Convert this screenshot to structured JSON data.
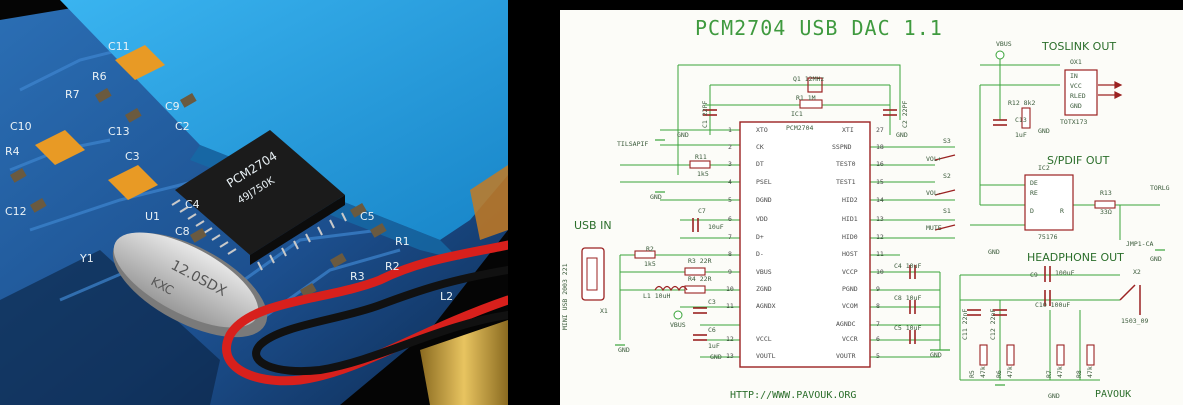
{
  "photo": {
    "chip_label": "PCM2704",
    "chip_code": "49J750K",
    "crystal_label": "12.0SDX",
    "crystal_brand": "KXC",
    "silkscreen": [
      "C11",
      "R6",
      "R7",
      "C13",
      "C3",
      "C10",
      "R4",
      "C9",
      "C2",
      "C12",
      "U1",
      "C8",
      "Y1",
      "C5",
      "R1",
      "R2",
      "R3",
      "C4",
      "L2"
    ],
    "colors": {
      "pcb": "#1d4f8a",
      "battery": "#2aa0e0",
      "gold": "#c9a43a",
      "red_wire": "#d8201c"
    }
  },
  "schematic": {
    "title": "PCM2704 USB DAC 1.1",
    "sections": {
      "toslink": "TOSLINK OUT",
      "spdif": "S/PDIF OUT",
      "usb_in": "USB IN",
      "headphone": "HEADPHONE OUT"
    },
    "footer_url": "HTTP://WWW.PAVOUK.ORG",
    "footer_brand": "PAVOUK",
    "ic": {
      "ref": "IC1",
      "name": "PCM2704",
      "left_pins": [
        "XTO",
        "CK",
        "DT",
        "PSEL",
        "DGND",
        "VDD",
        "D+",
        "D-",
        "VBUS",
        "ZGND",
        "AGNDX",
        "VCCL",
        "VOUTL"
      ],
      "right_pins": [
        "XTI",
        "SSPND",
        "TEST0",
        "TEST1",
        "HID2",
        "HID1",
        "HID0",
        "HOST",
        "VCCP",
        "PGND",
        "VCOM",
        "AGNDC",
        "VCCR",
        "VOUTR"
      ],
      "right_nums": [
        "27",
        "18",
        "16",
        "15",
        "14",
        "13",
        "12",
        "11",
        "10",
        "9",
        "8",
        "7",
        "6",
        "5"
      ],
      "left_nums": [
        "1",
        "2",
        "3",
        "4",
        "5",
        "6",
        "7",
        "8",
        "9",
        "10",
        "11",
        "12",
        "13"
      ]
    },
    "labels": {
      "q1": "Q1 12MHz",
      "r1": "R1 1M",
      "c1": "C1 22PF",
      "c2": "C2 22PF",
      "vbus": "VBUS",
      "gnd": "GND",
      "ox1": "OX1",
      "totx": "TOTX173",
      "ox1_pins": [
        "IN",
        "VCC",
        "RLED",
        "GND"
      ],
      "r12": "R12 8k2",
      "c13": "C13",
      "c13v": "1uF",
      "tilsapif": "TILSAPIF",
      "r11": "R11",
      "r11v": "1k5",
      "s3": "S3",
      "s2": "S2",
      "s1": "S1",
      "vol_p": "VOL+",
      "vol_m": "VOL-",
      "mute": "MUTE",
      "ic2": "IC2",
      "ic2_pins": [
        "DE",
        "RE",
        "D",
        "R"
      ],
      "ic2_name": "75176",
      "r13": "R13",
      "r13v": "33Ω",
      "torlg": "TORLG",
      "jmp": "JMP1-CA",
      "c7": "C7",
      "c7v": "10uF",
      "r2": "R2",
      "r2v": "1k5",
      "r3": "R3 22R",
      "r4": "R4 22R",
      "l1": "L1 10uH",
      "c3": "C3",
      "c6": "C6",
      "c6v": "1uF",
      "c4": "C4 10uF",
      "c8": "C8 10uF",
      "c5": "C5 10uF",
      "c9": "C9",
      "c9v": "100uF",
      "c10": "C10 100uF",
      "c11": "C11 22nF",
      "c12": "C12 22nF",
      "x1": "X1",
      "x2": "X2",
      "x2v": "1503_09",
      "mini_usb": "MINI USB 2003 221",
      "r5": "R5",
      "r6": "R6",
      "r7": "R7",
      "r8": "R8",
      "r5v": "47k",
      "r6v": "47k",
      "r7v": "47k",
      "r8v": "47k"
    },
    "colors": {
      "line": "#2fa02f",
      "part": "#9b2222",
      "background": "#fcfcf8",
      "title": "#3f9a3f"
    }
  }
}
